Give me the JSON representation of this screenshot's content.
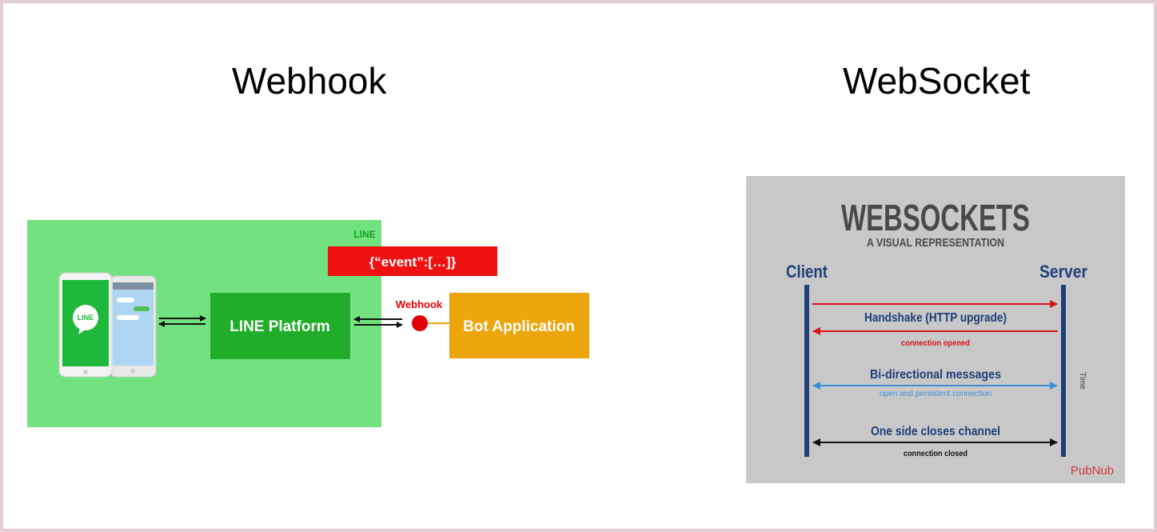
{
  "titles": {
    "left": "Webhook",
    "right": "WebSocket"
  },
  "webhook_diagram": {
    "area_label": "LINE",
    "phone_logo_text": "LINE",
    "payload": "{“event”:[…]}",
    "platform": "LINE Platform",
    "webhook_label": "Webhook",
    "bot": "Bot Application",
    "colors": {
      "area": "#72e281",
      "platform": "#1fad2a",
      "payload": "#ef1111",
      "bot": "#eda50c",
      "webhook": "#e00000"
    }
  },
  "websocket_diagram": {
    "title": "WEBSOCKETS",
    "subtitle": "A VISUAL REPRESENTATION",
    "client": "Client",
    "server": "Server",
    "time_label": "Time",
    "handshake": "Handshake (HTTP upgrade)",
    "connection_opened": "connection opened",
    "bidirectional": "Bi-directional messages",
    "persistent": "open and persistent connection",
    "close": "One side closes channel",
    "connection_closed": "connection closed",
    "brand": "PubNub",
    "colors": {
      "background": "#c8c8c8",
      "lifeline": "#1f3f7a",
      "request": "#d8121a",
      "bidirectional": "#3b8fd6",
      "close": "#111111",
      "brand": "#d63a3a"
    }
  }
}
